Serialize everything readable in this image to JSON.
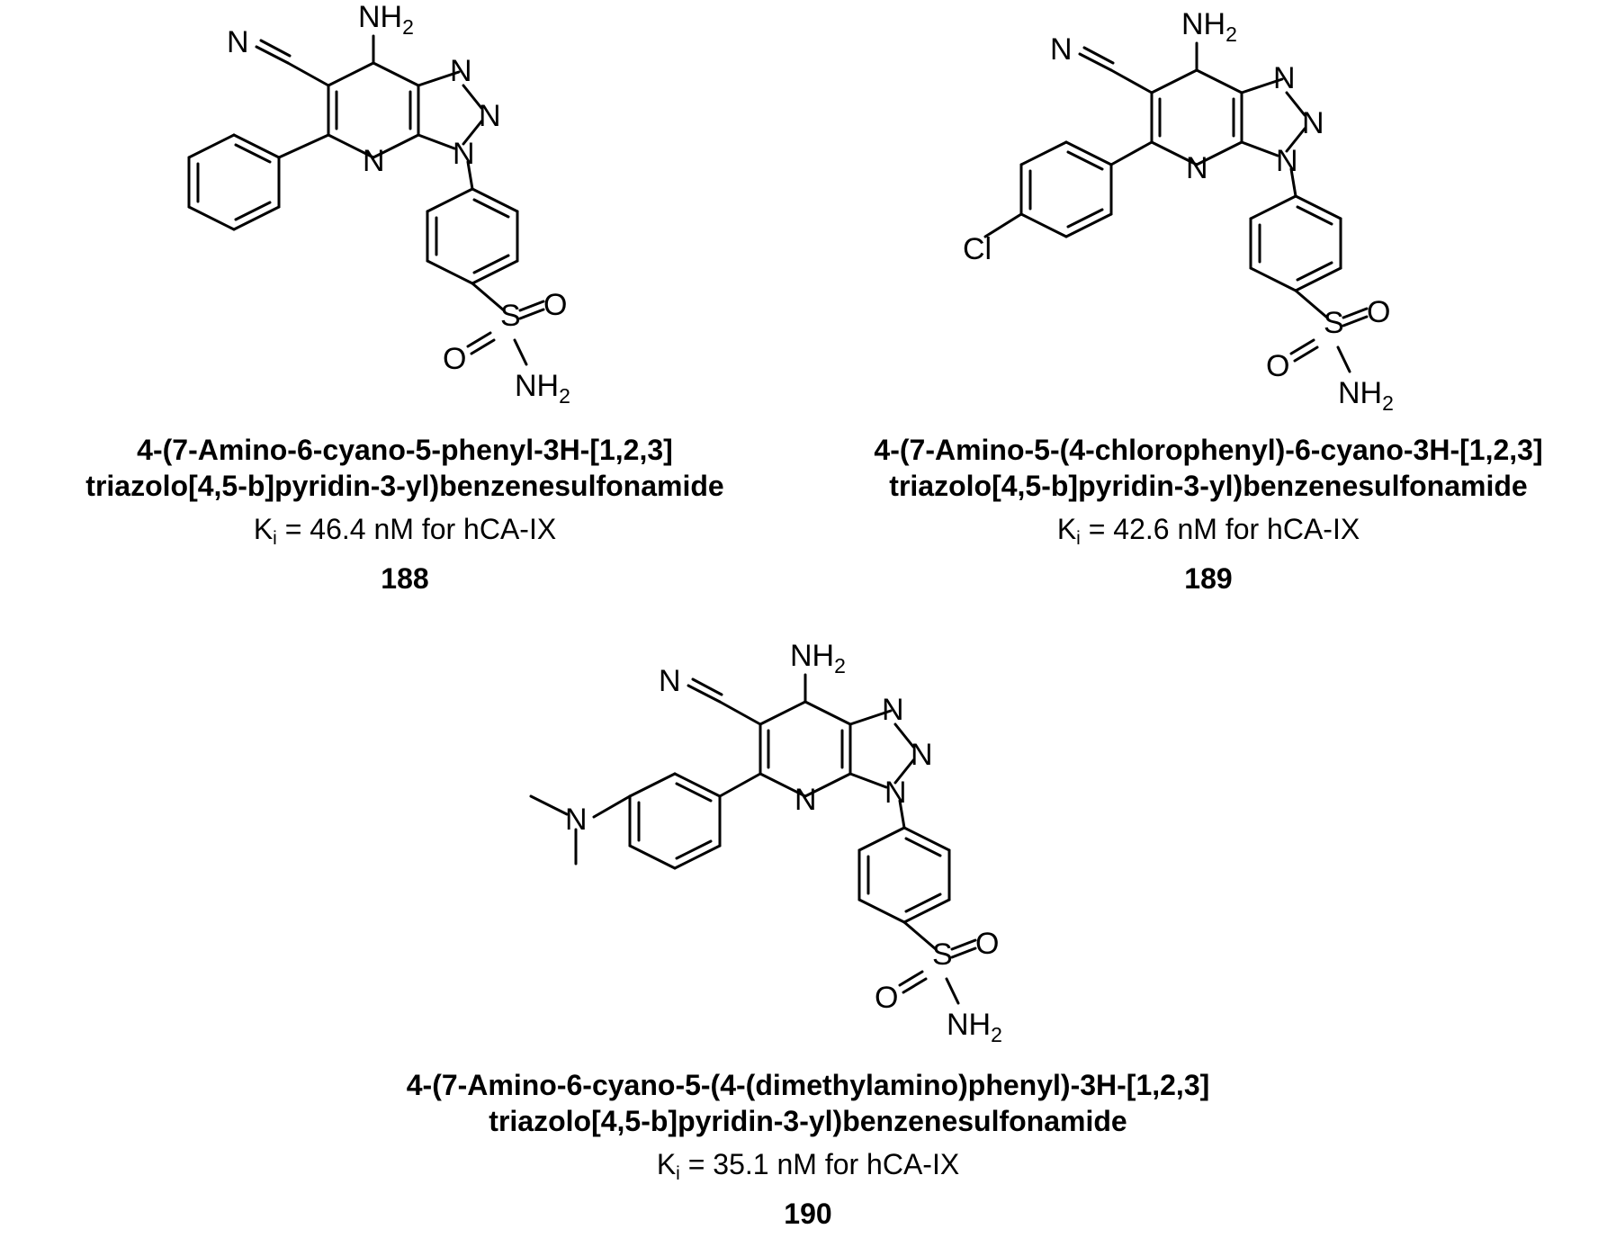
{
  "atoms": {
    "nitrile_n": "N",
    "ring_n": "N",
    "amine": "NH",
    "h2_sub": "2",
    "sulfur": "S",
    "oxygen": "O",
    "chlorine": "Cl"
  },
  "compounds": [
    {
      "name_line1": "4-(7-Amino-6-cyano-5-phenyl-3H-[1,2,3]",
      "name_line2": "triazolo[4,5-b]pyridin-3-yl)benzenesulfonamide",
      "ki_prefix": "K",
      "ki_sub": "i",
      "ki_text": " = 46.4 nM for hCA-IX",
      "id": "188"
    },
    {
      "name_line1": "4-(7-Amino-5-(4-chlorophenyl)-6-cyano-3H-[1,2,3]",
      "name_line2": "triazolo[4,5-b]pyridin-3-yl)benzenesulfonamide",
      "ki_prefix": "K",
      "ki_sub": "i",
      "ki_text": " = 42.6 nM for hCA-IX",
      "id": "189"
    },
    {
      "name_line1": "4-(7-Amino-6-cyano-5-(4-(dimethylamino)phenyl)-3H-[1,2,3]",
      "name_line2": "triazolo[4,5-b]pyridin-3-yl)benzenesulfonamide",
      "ki_prefix": "K",
      "ki_sub": "i",
      "ki_text": " = 35.1 nM for hCA-IX",
      "id": "190"
    }
  ]
}
